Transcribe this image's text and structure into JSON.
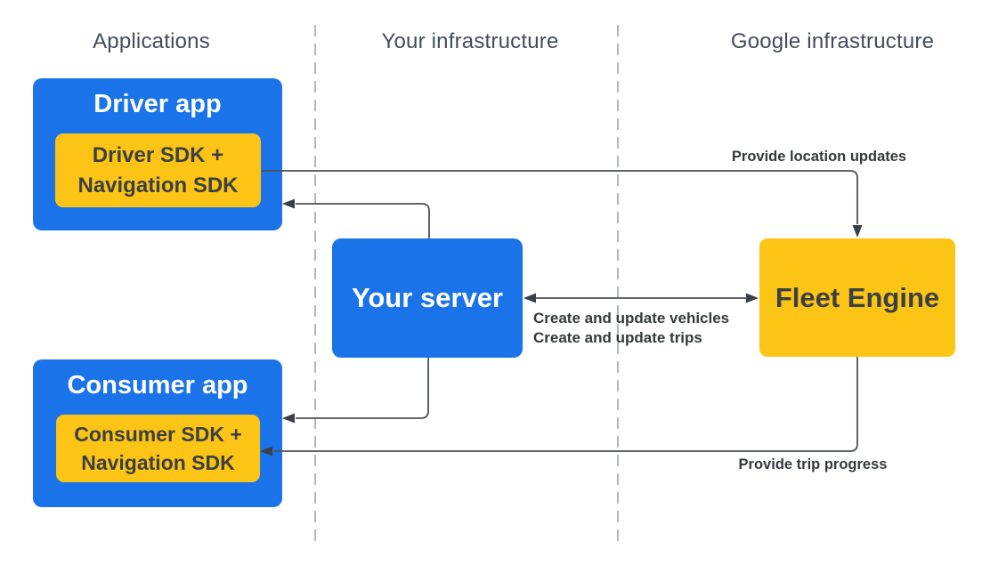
{
  "diagram": {
    "columns": {
      "applications": {
        "label": "Applications"
      },
      "your_infrastructure": {
        "label": "Your infrastructure"
      },
      "google_infrastructure": {
        "label": "Google infrastructure"
      }
    },
    "nodes": {
      "driver_app": {
        "title": "Driver app",
        "sdk_line1": "Driver SDK +",
        "sdk_line2": "Navigation SDK"
      },
      "your_server": {
        "title": "Your server"
      },
      "fleet_engine": {
        "title": "Fleet Engine"
      },
      "consumer_app": {
        "title": "Consumer app",
        "sdk_line1": "Consumer SDK +",
        "sdk_line2": "Navigation SDK"
      }
    },
    "edges": {
      "driver_to_fleet": {
        "label": "Provide location updates",
        "from": "Driver SDK + Navigation SDK",
        "to": "Fleet Engine",
        "direction": "one-way"
      },
      "server_to_driver": {
        "label": "",
        "from": "Your server",
        "to": "Driver app",
        "direction": "one-way"
      },
      "server_fleet": {
        "labels": [
          "Create and update vehicles",
          "Create and update trips"
        ],
        "from": "Your server",
        "to": "Fleet Engine",
        "direction": "two-way"
      },
      "server_to_consumer": {
        "label": "",
        "from": "Your server",
        "to": "Consumer app",
        "direction": "one-way"
      },
      "fleet_to_consumer": {
        "label": "Provide trip progress",
        "from": "Fleet Engine",
        "to": "Consumer SDK + Navigation SDK",
        "direction": "one-way"
      }
    },
    "colors": {
      "node_blue": "#1a73e8",
      "node_yellow": "#fcc515",
      "node_text_dark": "#3c4043",
      "node_text_light": "#ffffff",
      "header_text": "#414d5c",
      "edge_label_text": "#35393d",
      "connector_line": "#4d5157",
      "arrowhead": "#3b4046",
      "lane_divider": "#9aa0a6",
      "background": "#ffffff"
    }
  }
}
